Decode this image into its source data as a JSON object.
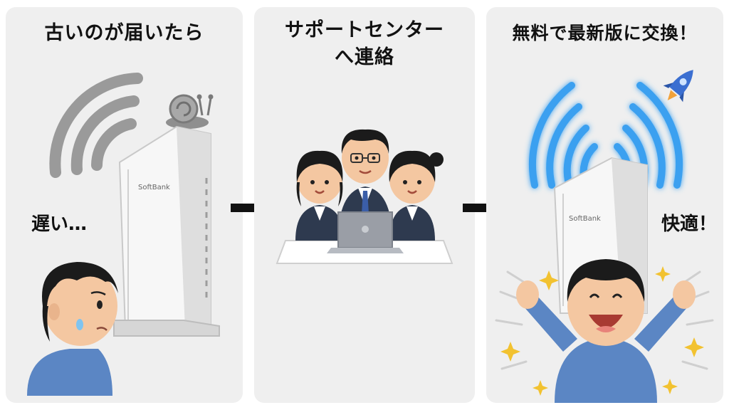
{
  "panels": [
    {
      "title": "古いのが届いたら",
      "caption": "遅い…",
      "router_brand": "SoftBank"
    },
    {
      "title_line1": "サポートセンター",
      "title_line2": "へ連絡"
    },
    {
      "title": "無料で最新版に交換！",
      "caption": "快適！",
      "router_brand": "SoftBank"
    }
  ],
  "colors": {
    "panel_bg": "#efefef",
    "signal_old": "#9a9a9a",
    "signal_new": "#3aa0f0",
    "shirt": "#5b86c4",
    "suit": "#2e3a4f",
    "arrow": "#111111"
  }
}
